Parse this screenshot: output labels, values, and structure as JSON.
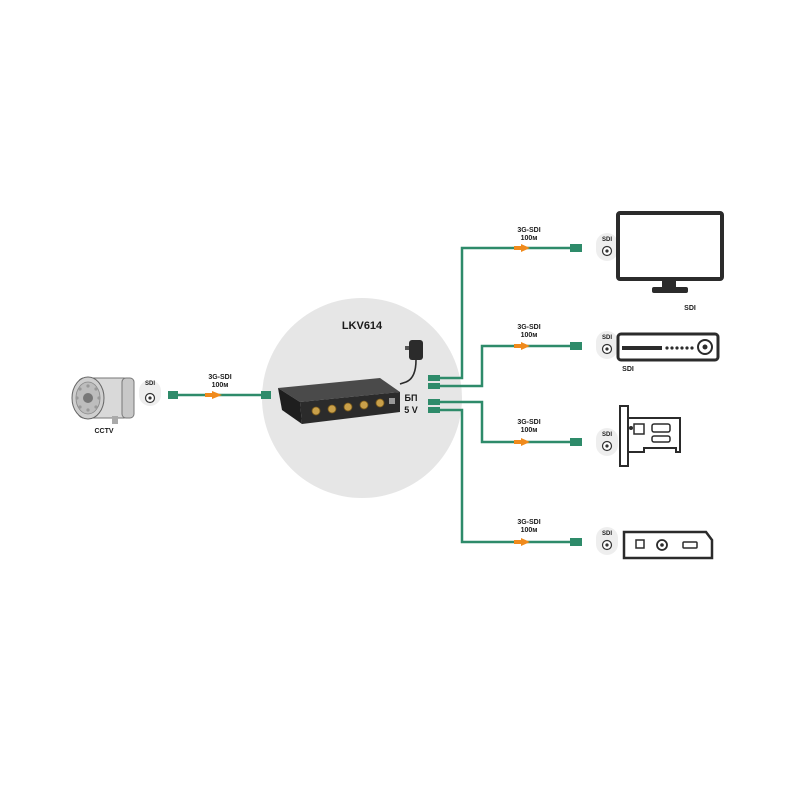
{
  "diagram": {
    "hub": {
      "name": "LKV614",
      "power_label_line1": "БП",
      "power_label_line2": "5 V"
    },
    "source": {
      "name": "CCTV",
      "port": "SDI"
    },
    "cable": {
      "line1": "3G-SDI",
      "line2": "100м"
    },
    "outputs": [
      {
        "name": "SDI",
        "port": "SDI",
        "cable_line1": "3G-SDI",
        "cable_line2": "100м"
      },
      {
        "name": "SDI",
        "port": "SDI",
        "cable_line1": "3G-SDI",
        "cable_line2": "100м"
      },
      {
        "name": "",
        "port": "SDI",
        "cable_line1": "3G-SDI",
        "cable_line2": "100м"
      },
      {
        "name": "",
        "port": "SDI",
        "cable_line1": "3G-SDI",
        "cable_line2": "100м"
      }
    ],
    "colors": {
      "cable": "#2e8b6a",
      "connector": "#2e8b6a",
      "arrow": "#f08a1c",
      "circle": "#e6e6e6",
      "device": "#2b2b2b"
    }
  }
}
